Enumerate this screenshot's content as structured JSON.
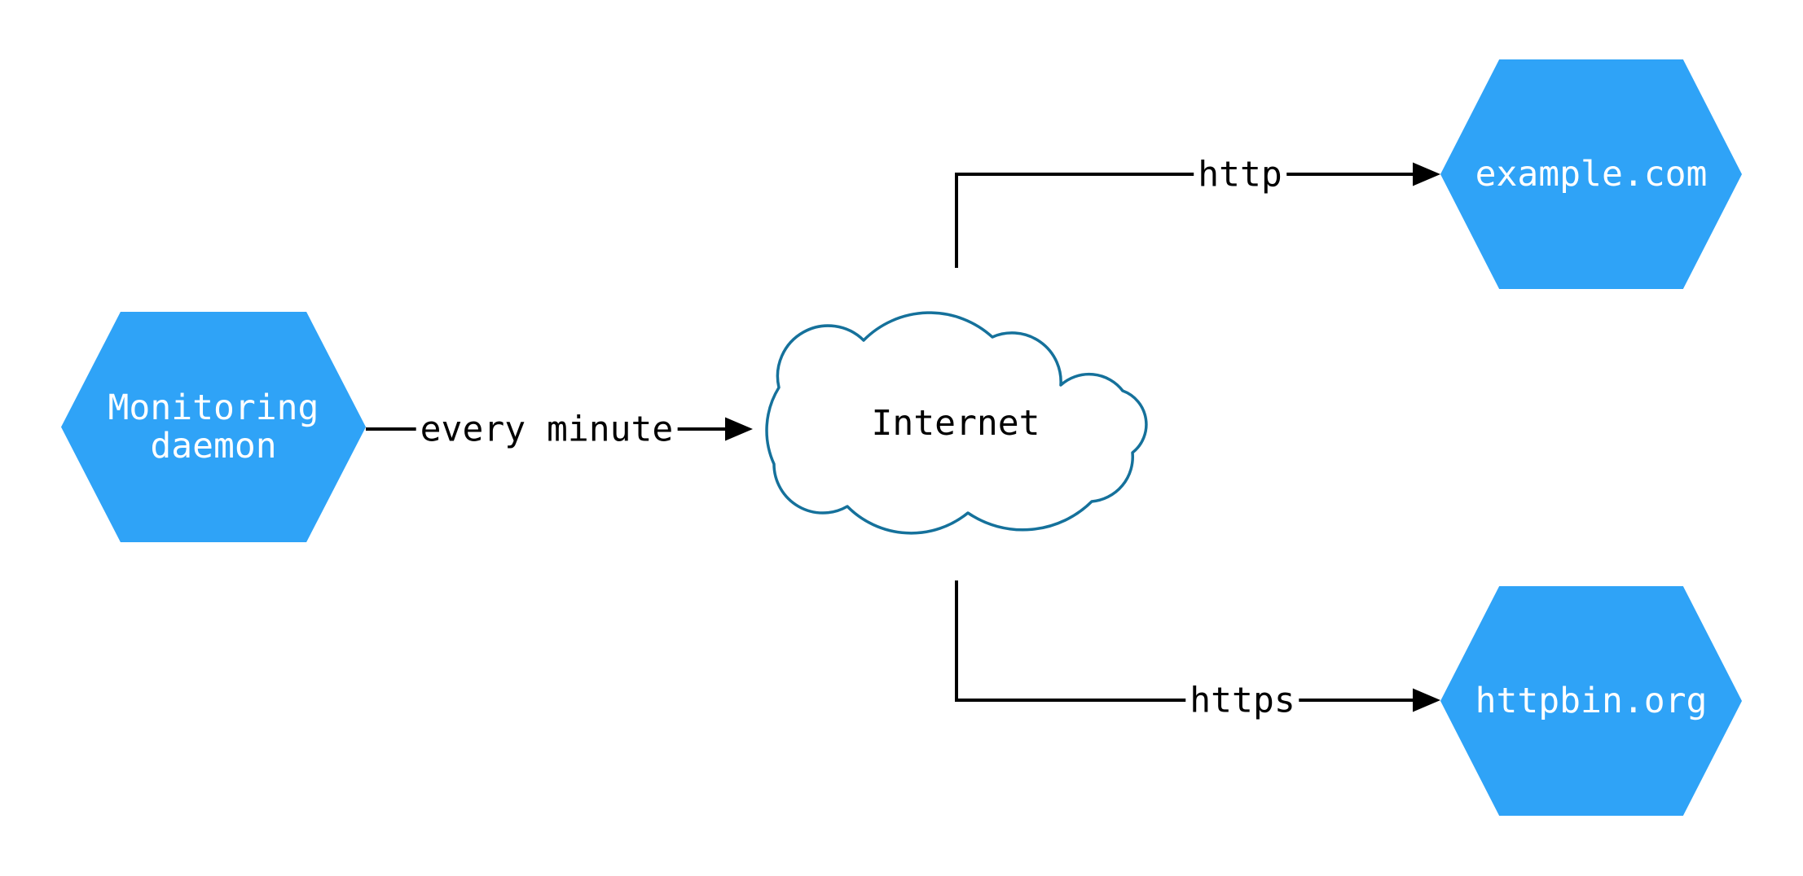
{
  "diagram": {
    "background_color": "#FFFFFF",
    "nodes": {
      "monitoring_daemon": {
        "label": "Monitoring daemon",
        "shape": "hexagon",
        "fill_color": "#2FA3F7",
        "text_color": "#FFFFFF"
      },
      "internet": {
        "label": "Internet",
        "shape": "cloud",
        "fill_color": "#FFFFFF",
        "stroke_color": "#15719B",
        "text_color": "#000000"
      },
      "example_com": {
        "label": "example.com",
        "shape": "hexagon",
        "fill_color": "#2FA3F7",
        "text_color": "#FFFFFF"
      },
      "httpbin_org": {
        "label": "httpbin.org",
        "shape": "hexagon",
        "fill_color": "#2FA3F7",
        "text_color": "#FFFFFF"
      }
    },
    "edges": [
      {
        "from": "monitoring_daemon",
        "to": "internet",
        "label": "every minute",
        "color": "#000000"
      },
      {
        "from": "internet",
        "to": "example_com",
        "label": "http",
        "color": "#000000"
      },
      {
        "from": "internet",
        "to": "httpbin_org",
        "label": "https",
        "color": "#000000"
      }
    ]
  }
}
